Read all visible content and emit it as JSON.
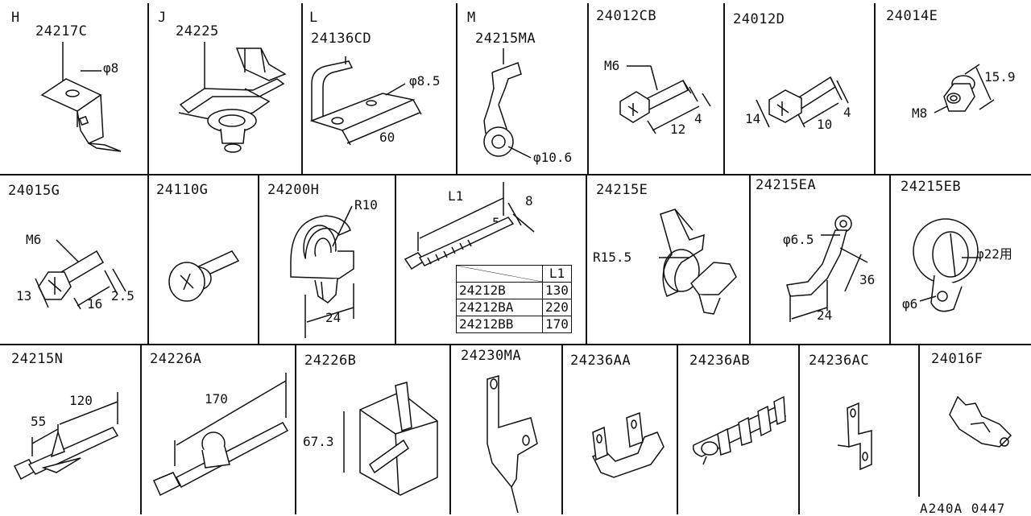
{
  "cells": {
    "H": {
      "label": "H",
      "part": "24217C",
      "dims": [
        "φ8"
      ]
    },
    "J": {
      "label": "J",
      "part": "24225",
      "dims": []
    },
    "L": {
      "label": "L",
      "part": "24136CD",
      "dims": [
        "φ8.5",
        "60"
      ]
    },
    "M": {
      "label": "M",
      "part": "24215MA",
      "dims": [
        "φ10.6"
      ]
    },
    "c24012CB": {
      "part": "24012CB",
      "dims": [
        "M6",
        "4",
        "12"
      ]
    },
    "c24012D": {
      "part": "24012D",
      "dims": [
        "14",
        "10",
        "4"
      ]
    },
    "c24014E": {
      "part": "24014E",
      "dims": [
        "15.9",
        "M8"
      ]
    },
    "c24015G": {
      "part": "24015G",
      "dims": [
        "M6",
        "13",
        "16",
        "2.5"
      ]
    },
    "c24110G": {
      "part": "24110G",
      "dims": []
    },
    "c24200H": {
      "part": "24200H",
      "dims": [
        "R10",
        "24"
      ]
    },
    "c24212": {
      "dims": [
        "L1",
        "8",
        "5"
      ]
    },
    "c24215E": {
      "part": "24215E",
      "dims": [
        "R15.5"
      ]
    },
    "c24215EA": {
      "part": "24215EA",
      "dims": [
        "φ6.5",
        "36",
        "24"
      ]
    },
    "c24215EB": {
      "part": "24215EB",
      "dims": [
        "φ22用",
        "φ6"
      ]
    },
    "c24215N": {
      "part": "24215N",
      "dims": [
        "120",
        "55"
      ]
    },
    "c24226A": {
      "part": "24226A",
      "dims": [
        "170"
      ]
    },
    "c24226B": {
      "part": "24226B",
      "dims": [
        "67.3"
      ]
    },
    "c24230MA": {
      "part": "24230MA",
      "dims": []
    },
    "c24236AA": {
      "part": "24236AA",
      "dims": []
    },
    "c24236AB": {
      "part": "24236AB",
      "dims": []
    },
    "c24236AC": {
      "part": "24236AC",
      "dims": []
    },
    "c24016F": {
      "part": "24016F",
      "dims": []
    }
  },
  "spec_table": {
    "header": "L1",
    "rows": [
      {
        "part": "24212B",
        "l1": "130"
      },
      {
        "part": "24212BA",
        "l1": "220"
      },
      {
        "part": "24212BB",
        "l1": "170"
      }
    ]
  },
  "footer_code": "A240A 0447"
}
